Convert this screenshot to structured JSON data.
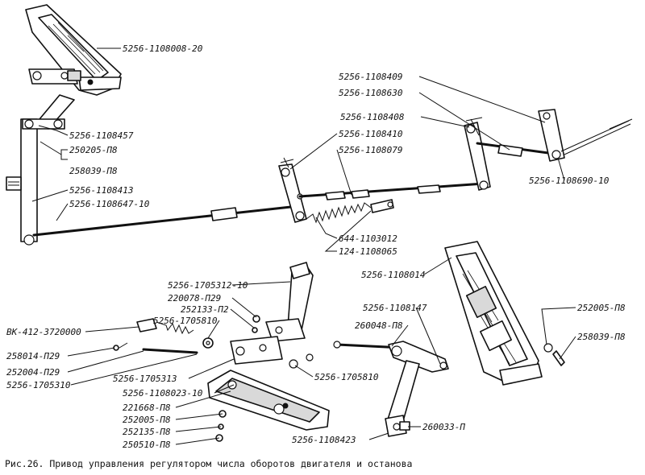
{
  "figure": {
    "caption": "Рис.26. Привод управления регулятором числа оборотов двигателя и останова"
  },
  "labels": {
    "l_1108008_20": "5256-1108008-20",
    "l_1108457": "5256-1108457",
    "l_250205": "250205-П8",
    "l_258039_a": "258039-П8",
    "l_1108413": "5256-1108413",
    "l_1108647_10": "5256-1108647-10",
    "l_1108409": "5256-1108409",
    "l_1108630": "5256-1108630",
    "l_1108408": "5256-1108408",
    "l_1108410": "5256-1108410",
    "l_1108079": "5256-1108079",
    "l_1108690_10": "5256-1108690-10",
    "l_644_1103012": "644-1103012",
    "l_124_1108065": "124-1108065",
    "l_1108014": "5256-1108014",
    "l_1705312_10": "5256-1705312-10",
    "l_220078": "220078-П29",
    "l_252133": "252133-П2",
    "l_1705810_a": "5256-1705810",
    "l_vk412": "ВК-412-3720000",
    "l_258014": "258014-П29",
    "l_252004": "252004-П29",
    "l_1705310": "5256-1705310",
    "l_1705313": "5256-1705313",
    "l_1705810_b": "5256-1705810",
    "l_1108023_10": "5256-1108023-10",
    "l_221668": "221668-П8",
    "l_252005_a": "252005-П8",
    "l_252135": "252135-П8",
    "l_250510": "250510-П8",
    "l_1108147": "5256-1108147",
    "l_260048": "260048-П8",
    "l_252005_b": "252005-П8",
    "l_258039_b": "258039-П8",
    "l_260033": "260033-П",
    "l_1108423": "5256-1108423"
  }
}
